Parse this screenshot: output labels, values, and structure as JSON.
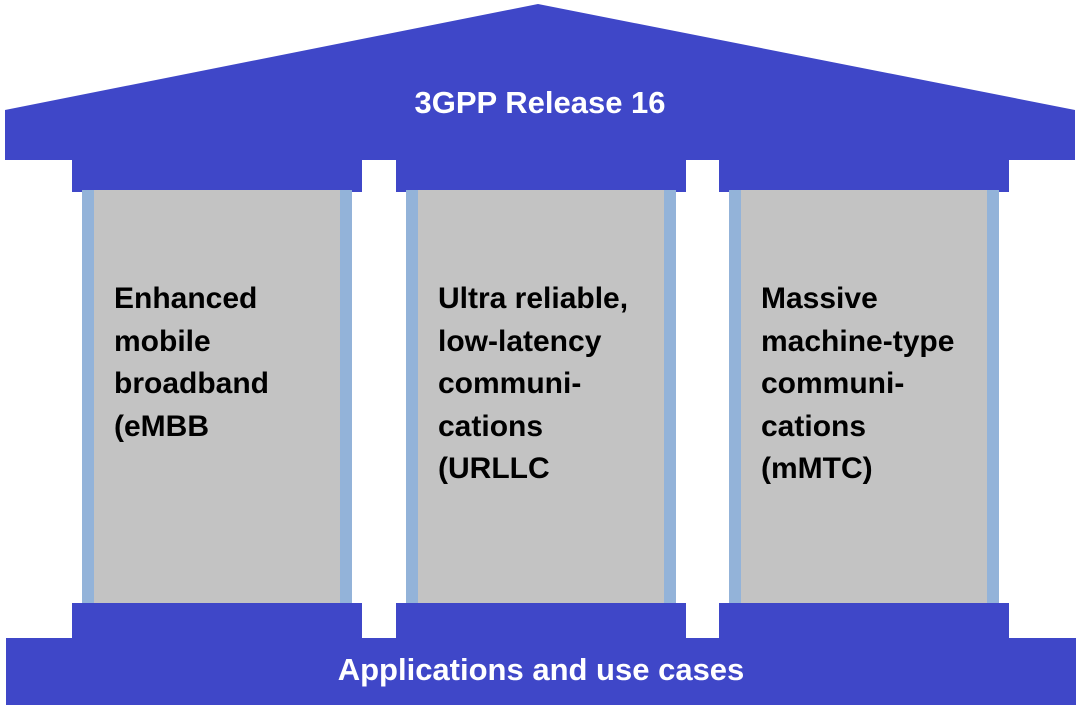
{
  "roof": {
    "title": "3GPP Release 16"
  },
  "pillars": [
    {
      "label": "Enhanced\nmobile\nbroadband\n(eMBB"
    },
    {
      "label": "Ultra reliable,\nlow-latency\ncommuni-\ncations\n(URLLC"
    },
    {
      "label": "Massive\nmachine-type\ncommuni-\ncations\n(mMTC)"
    }
  ],
  "foundation": {
    "label": "Applications and use cases"
  },
  "colors": {
    "structure": "#3f47c8",
    "pillar_fill": "#c3c3c3",
    "pillar_edge": "#93b3d9",
    "roof_text": "#ffffff",
    "pillar_text": "#000000"
  }
}
